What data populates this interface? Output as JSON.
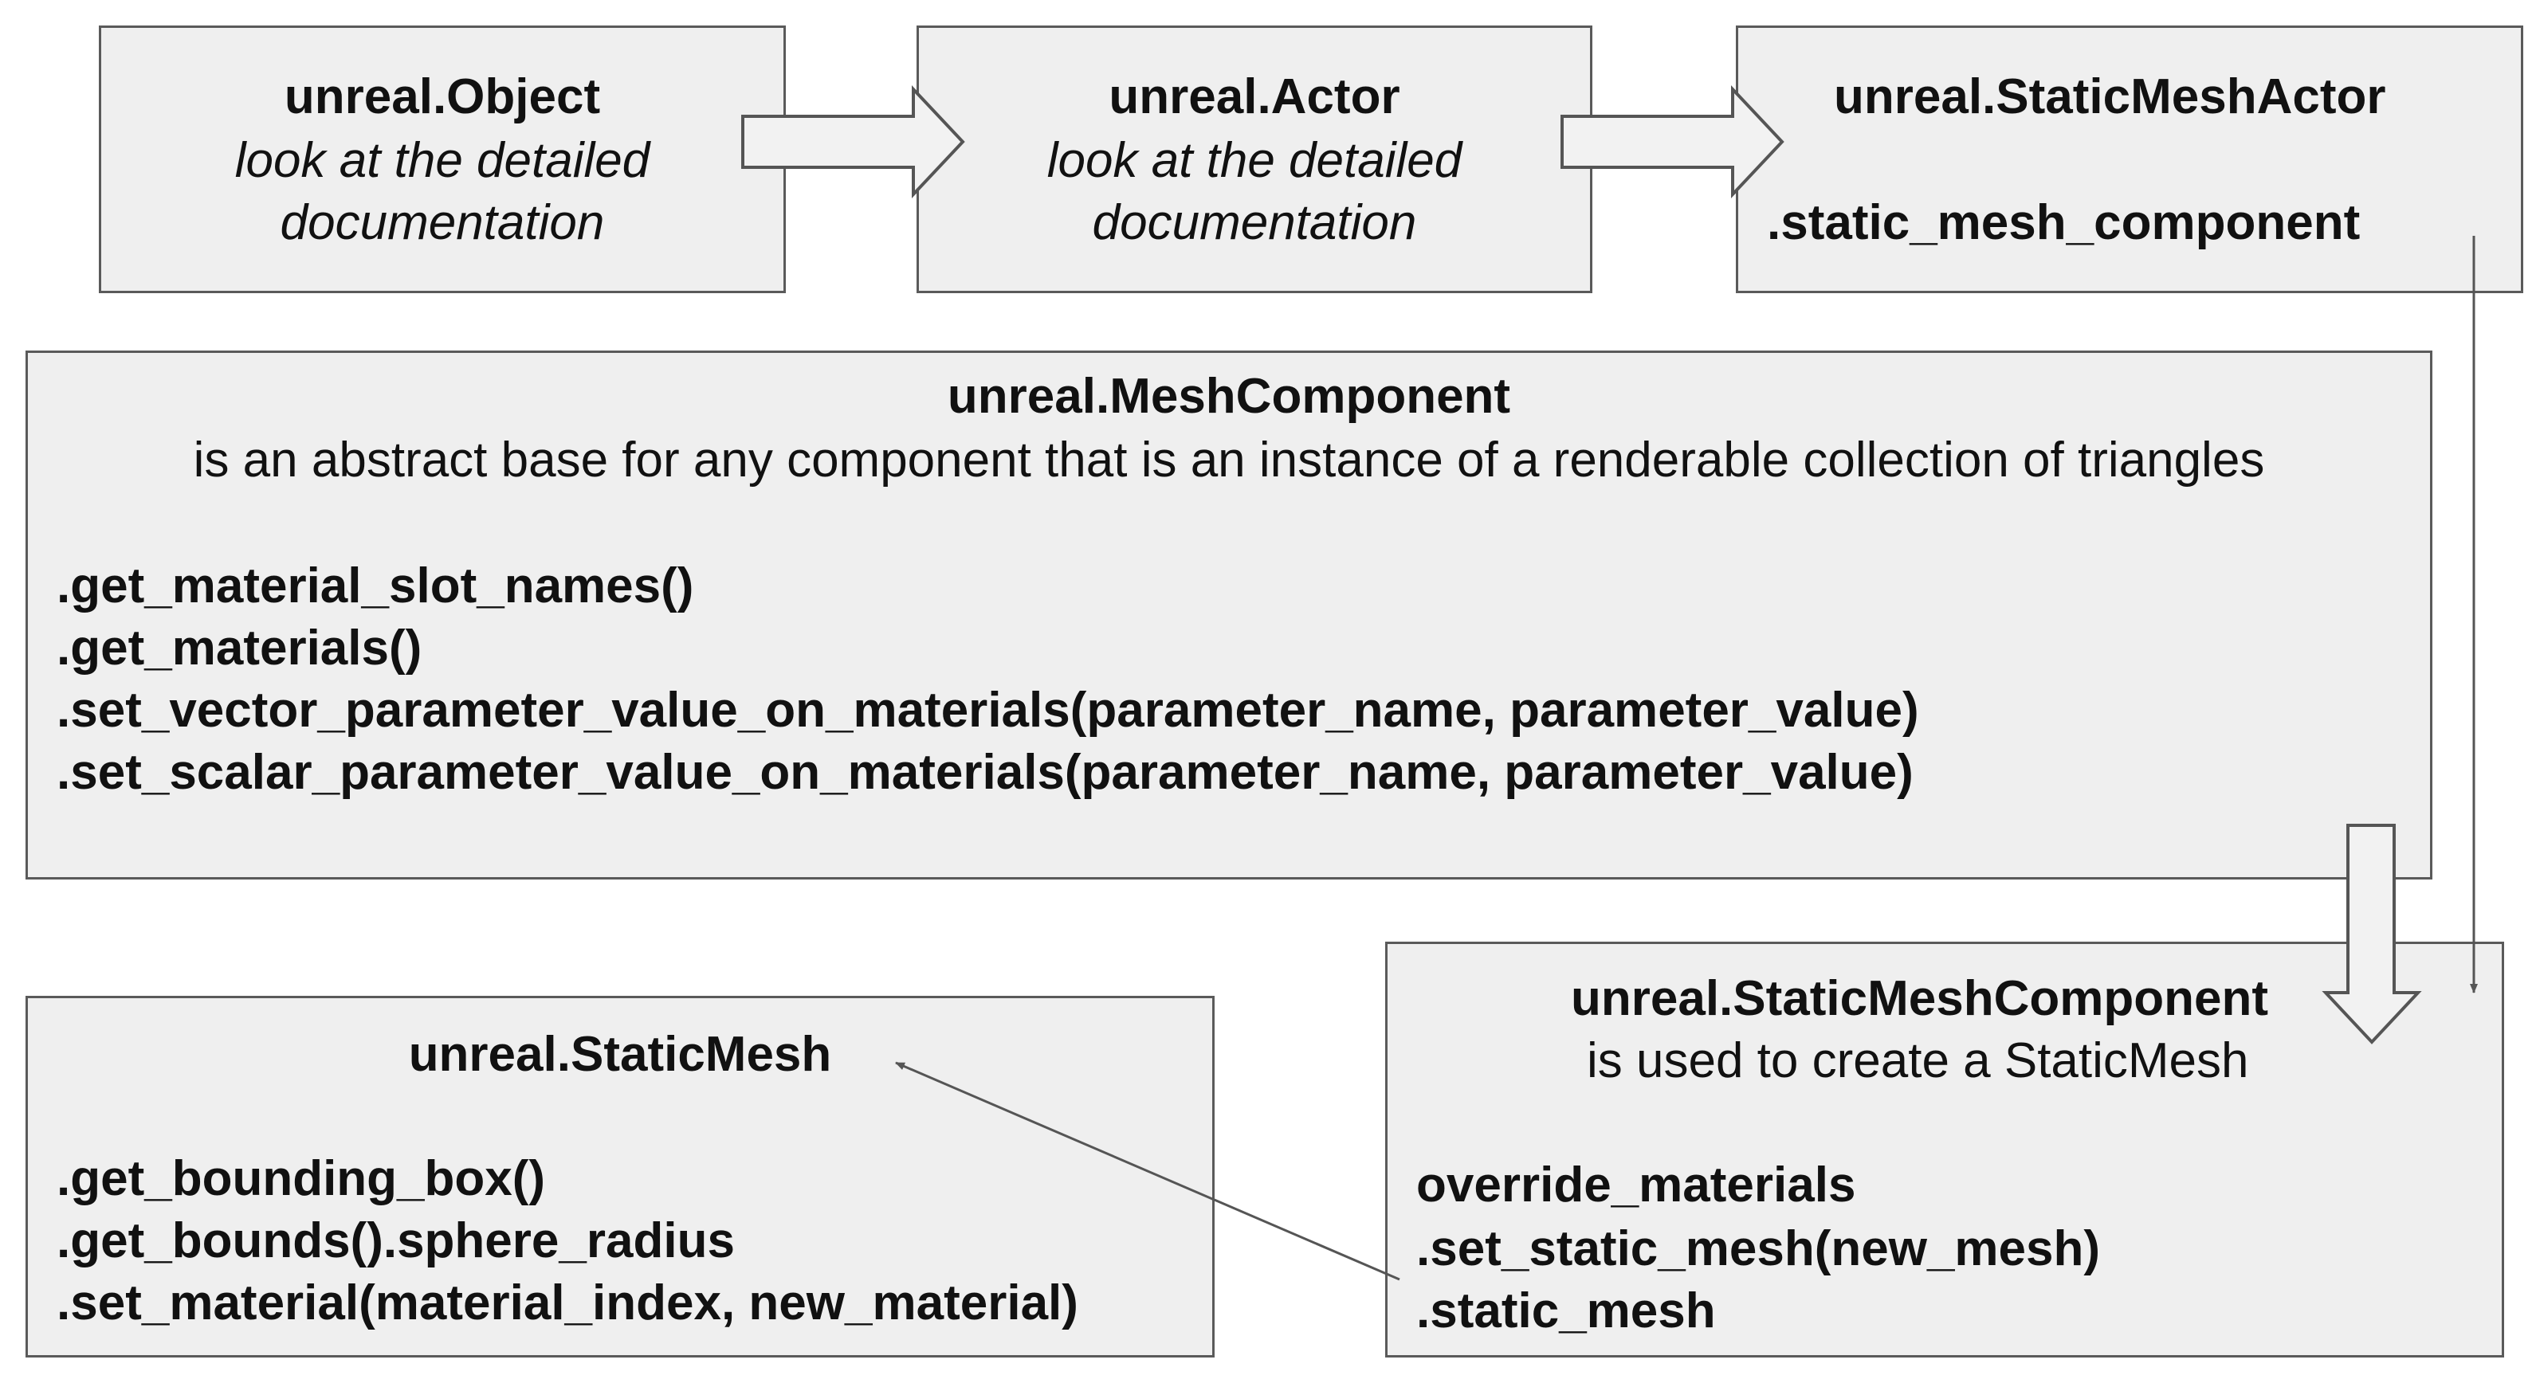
{
  "object_box": {
    "title": "unreal.Object",
    "note_line1": "look at the detailed",
    "note_line2": "documentation"
  },
  "actor_box": {
    "title": "unreal.Actor",
    "note_line1": "look at the detailed",
    "note_line2": "documentation"
  },
  "static_mesh_actor_box": {
    "title": "unreal.StaticMeshActor",
    "member": ".static_mesh_component"
  },
  "mesh_component_box": {
    "title": "unreal.MeshComponent",
    "description": "is an abstract base for any component that is an instance of a renderable collection of triangles",
    "methods": [
      ".get_material_slot_names()",
      ".get_materials()",
      ".set_vector_parameter_value_on_materials(parameter_name, parameter_value)",
      ".set_scalar_parameter_value_on_materials(parameter_name, parameter_value)"
    ]
  },
  "static_mesh_component_box": {
    "title": "unreal.StaticMeshComponent",
    "description": "is used to create a StaticMesh",
    "members": [
      "override_materials",
      ".set_static_mesh(new_mesh)",
      ".static_mesh"
    ]
  },
  "static_mesh_box": {
    "title": "unreal.StaticMesh",
    "members": [
      ".get_bounding_box()",
      ".get_bounds().sphere_radius",
      ".set_material(material_index, new_material)"
    ]
  },
  "colors": {
    "box_fill": "#efefef",
    "box_border": "#5a5a5a",
    "arrow_fill": "#f2f2f2",
    "arrow_stroke": "#555555",
    "text": "#111111"
  }
}
